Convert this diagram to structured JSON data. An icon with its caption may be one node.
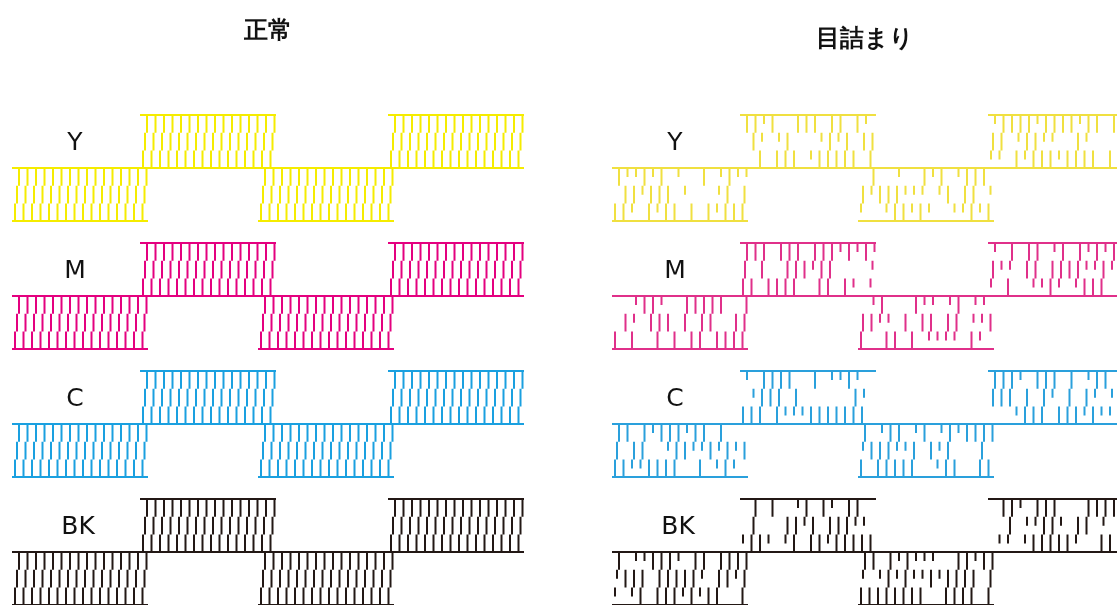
{
  "diagram": {
    "labels": [
      "正常",
      "目詰まり",
      "Y",
      "M",
      "C",
      "BK",
      "Y",
      "M",
      "C",
      "BK"
    ]
  }
}
